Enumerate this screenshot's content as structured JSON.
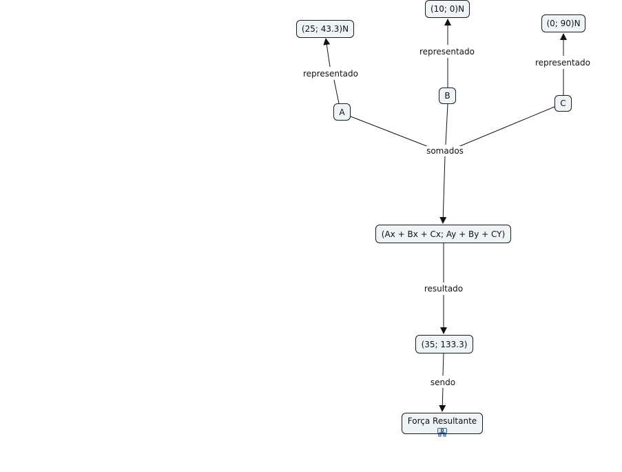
{
  "nodes": {
    "a": "A",
    "b": "B",
    "c": "C",
    "a_value": "(25; 43.3)N",
    "b_value": "(10; 0)N",
    "c_value": "(0; 90)N",
    "sum_formula": "(Ax + Bx + Cx; Ay + By + CY)",
    "result_value": "(35; 133.3)",
    "resultant_force": "Força Resultante"
  },
  "links": {
    "a_represented": "representado",
    "b_represented": "representado",
    "c_represented": "representado",
    "summed": "somados",
    "result": "resultado",
    "being": "sendo"
  },
  "icons": {
    "resultant_force_attachment": "submap-icon"
  },
  "colors": {
    "node_fill": "#eef3f5",
    "node_border": "#1a1a1a",
    "line": "#111111",
    "icon_accent": "#2a5fa0"
  }
}
